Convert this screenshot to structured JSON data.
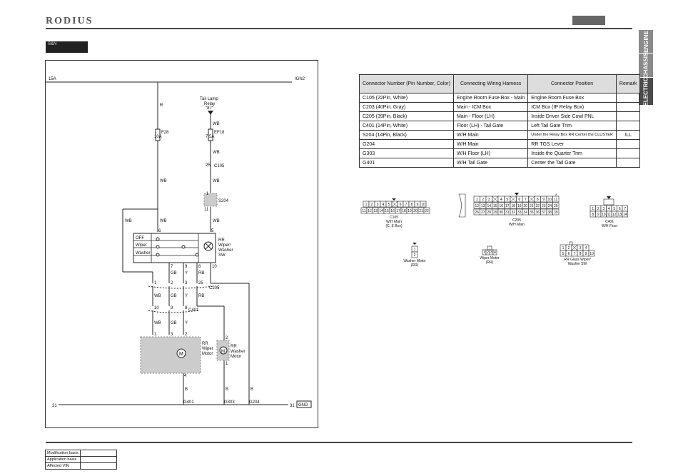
{
  "header": {
    "brand": "RODIUS",
    "section_tab": "S&N"
  },
  "side_tabs": [
    {
      "label": "ENGINE",
      "active": false
    },
    {
      "label": "CHASSIS",
      "active": false
    },
    {
      "label": "ELECTRIC",
      "active": true
    }
  ],
  "diagram": {
    "top_left": "15A",
    "top_right": "IGN2",
    "tail_lamp_relay": [
      "Tail Lamp",
      "Relay",
      "\"87\""
    ],
    "fuses": [
      {
        "name": "F28",
        "rating": "10A"
      },
      {
        "name": "EF18",
        "rating": "7.5A"
      }
    ],
    "wire_colors": {
      "r": "R",
      "wb": "WB",
      "gb": "GB",
      "y": "Y",
      "rb": "RB",
      "b": "B"
    },
    "connectors": {
      "c105": "C105",
      "s204": "S204",
      "c205": "C205",
      "c401": "C401"
    },
    "switch_states": [
      "OFF",
      "Wiper",
      "Washer"
    ],
    "switch_label": [
      "RR",
      "Wiper/",
      "Washer",
      "SW"
    ],
    "wiper_motor_label": [
      "RR",
      "Wiper",
      "Motor"
    ],
    "washer_motor_label": [
      "RR",
      "Washer",
      "Motor"
    ],
    "grounds": [
      "G401",
      "G303",
      "G204"
    ],
    "ground_left": "31",
    "ground_right": "31",
    "ground_box": "GND",
    "pins": {
      "c105": "25",
      "s204_top": "1",
      "s204_bottom": "11",
      "sw_6": "6",
      "sw_5": "5",
      "sw_7": "7",
      "sw_9": "9",
      "sw_8": "8",
      "sw_10": "10",
      "c205": [
        "1",
        "2",
        "3",
        "25"
      ],
      "c401": [
        "10",
        "9",
        "8"
      ],
      "motor": [
        "1",
        "3",
        "2"
      ],
      "motor_4": "4",
      "washer": [
        "2",
        "1"
      ]
    }
  },
  "connector_table": {
    "headers": [
      "Connector Number (Pin Number, Color)",
      "Connecting Wiring Harness",
      "Connector Position",
      "Remark"
    ],
    "rows": [
      [
        "C105 (22Pin, White)",
        "Engine Room Fuse Box - Main",
        "Engine Room Fuse Box",
        ""
      ],
      [
        "C203 (40Pin, Gray)",
        "Main - ICM Box",
        "ICM Box (IP Relay Box)",
        ""
      ],
      [
        "C205 (39Pin, Black)",
        "Main - Floor (LH)",
        "Inside Driver Side Cowl PNL",
        ""
      ],
      [
        "C401 (14Pin, White)",
        "Floor (LH) - Tail Gate",
        "Left Tail Gate Trim",
        ""
      ],
      [
        "S204 (14Pin, Black)",
        "W/H Main",
        "Under the Relay Box RR Center the CLUSTER",
        "ILL"
      ],
      [
        "G204",
        "W/H Main",
        "RR TGS Lever",
        ""
      ],
      [
        "G303",
        "W/H Floor (LH)",
        "Inside the Quarter Trim",
        ""
      ],
      [
        "G401",
        "W/H Tail Gate",
        "Center the Tail Gate",
        ""
      ]
    ]
  },
  "connector_views": {
    "c105": {
      "name": "C105",
      "desc": [
        "W/H Main",
        "(C. E Box)"
      ],
      "row1": [
        "1",
        "2",
        "3",
        "4",
        "5",
        "",
        "6",
        "7",
        "8",
        "9",
        "10"
      ],
      "row2": [
        "11",
        "12",
        "13",
        "14",
        "15",
        "16",
        "17",
        "18",
        "19",
        "20",
        "21",
        "22"
      ]
    },
    "c205": {
      "name": "C205",
      "desc": [
        "W/H Main"
      ],
      "row1": [
        "1",
        "2",
        "3",
        "",
        "4",
        "5",
        "",
        "6",
        "7",
        "",
        "8",
        "9",
        "10",
        "11"
      ],
      "row2": [
        "12",
        "13",
        "14",
        "15",
        "16",
        "17",
        "18",
        "19",
        "20",
        "21",
        "22",
        "23",
        "24",
        "25"
      ],
      "row3": [
        "26",
        "27",
        "28",
        "29",
        "30",
        "31",
        "32",
        "33",
        "34",
        "35",
        "36",
        "37",
        "38",
        "39"
      ],
      "tag": "A"
    },
    "c401": {
      "name": "C401",
      "desc": [
        "W/H Floor"
      ],
      "row1": [
        "1",
        "2",
        "3",
        "4",
        "5",
        "6",
        "7"
      ],
      "row2": [
        "8",
        "9",
        "10",
        "11",
        "12",
        "13",
        "14"
      ]
    },
    "washer": {
      "desc": [
        "Washer Motor",
        "(RR)"
      ],
      "pins": [
        "1",
        "2"
      ]
    },
    "wiper": {
      "desc": [
        "Wiper Motor",
        "(RR)"
      ],
      "pins": [
        "1",
        "2",
        "3",
        "4"
      ]
    },
    "switch": {
      "desc": [
        "RR Glass Wiper/",
        "Washer SW"
      ],
      "row1": [
        "1",
        "2",
        "",
        "3",
        "4"
      ],
      "row2": [
        "5",
        "6",
        "7",
        "8",
        "9",
        "10"
      ]
    }
  },
  "footer": {
    "rows": [
      {
        "label": "Modification basis",
        "value": ""
      },
      {
        "label": "Application basis",
        "value": ""
      },
      {
        "label": "Affected VIN",
        "value": ""
      }
    ]
  }
}
